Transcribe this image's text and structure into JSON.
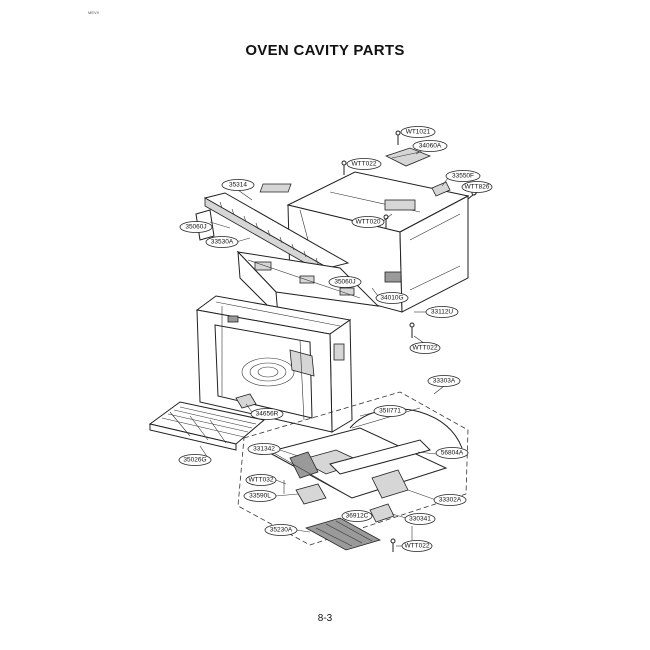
{
  "header": {
    "corner_text": "MEVX"
  },
  "title": "OVEN CAVITY PARTS",
  "page_number": "8-3",
  "parts": [
    {
      "id": "p1",
      "label": "WT1021"
    },
    {
      "id": "p2",
      "label": "34060A"
    },
    {
      "id": "p3",
      "label": "WTT022"
    },
    {
      "id": "p4",
      "label": "33550F"
    },
    {
      "id": "p5",
      "label": "WTT826"
    },
    {
      "id": "p6",
      "label": "35314"
    },
    {
      "id": "p7",
      "label": "WTT020"
    },
    {
      "id": "p8",
      "label": "35060J"
    },
    {
      "id": "p9",
      "label": "33530A"
    },
    {
      "id": "p10",
      "label": "35060J"
    },
    {
      "id": "p11",
      "label": "34010G"
    },
    {
      "id": "p12",
      "label": "33112U"
    },
    {
      "id": "p13",
      "label": "WTT022"
    },
    {
      "id": "p14",
      "label": "33303A"
    },
    {
      "id": "p15",
      "label": "35II771"
    },
    {
      "id": "p16",
      "label": "34656R"
    },
    {
      "id": "p17",
      "label": "35026G"
    },
    {
      "id": "p18",
      "label": "331342"
    },
    {
      "id": "p19",
      "label": "56804A"
    },
    {
      "id": "p20",
      "label": "WTT032"
    },
    {
      "id": "p21",
      "label": "33590L"
    },
    {
      "id": "p22",
      "label": "33302A"
    },
    {
      "id": "p23",
      "label": "36912C"
    },
    {
      "id": "p24",
      "label": "330341"
    },
    {
      "id": "p25",
      "label": "35230A"
    },
    {
      "id": "p26",
      "label": "WTT022"
    }
  ]
}
